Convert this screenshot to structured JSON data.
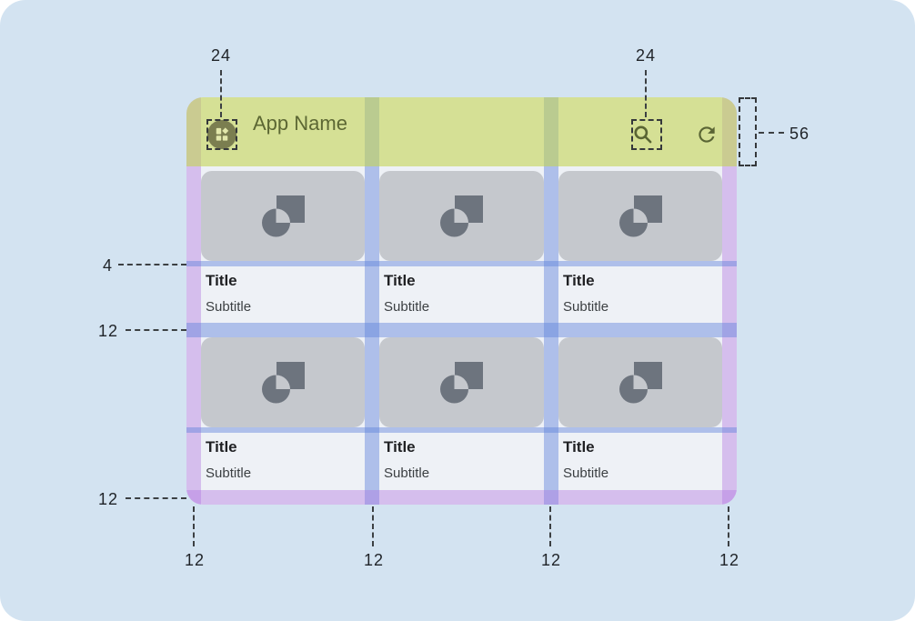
{
  "appbar": {
    "title": "App Name",
    "icons": {
      "logo": "dashboard-icon",
      "search": "search-icon",
      "refresh": "refresh-icon"
    }
  },
  "cards": [
    {
      "title": "Title",
      "subtitle": "Subtitle",
      "image_icon": "image-placeholder-icon"
    },
    {
      "title": "Title",
      "subtitle": "Subtitle",
      "image_icon": "image-placeholder-icon"
    },
    {
      "title": "Title",
      "subtitle": "Subtitle",
      "image_icon": "image-placeholder-icon"
    },
    {
      "title": "Title",
      "subtitle": "Subtitle",
      "image_icon": "image-placeholder-icon"
    },
    {
      "title": "Title",
      "subtitle": "Subtitle",
      "image_icon": "image-placeholder-icon"
    },
    {
      "title": "Title",
      "subtitle": "Subtitle",
      "image_icon": "image-placeholder-icon"
    }
  ],
  "annotations": {
    "top_left_icon_size": "24",
    "top_right_icon_size": "24",
    "appbar_height": "56",
    "image_text_gap": "4",
    "row_gap": "12",
    "bottom_margin": "12",
    "bottom": [
      "12",
      "12",
      "12",
      "12"
    ]
  },
  "colors": {
    "canvas_bg": "#d3e3f1",
    "window_bg": "#eef1f6",
    "appbar_green": "#dce699",
    "margin_purple": "#dfc7f3",
    "gutter_blue": "#b7c7ef",
    "card_image_gray": "#c5c8cd",
    "placeholder_icon_gray": "#6d747e",
    "bar_content_olive": "#5a6534"
  }
}
